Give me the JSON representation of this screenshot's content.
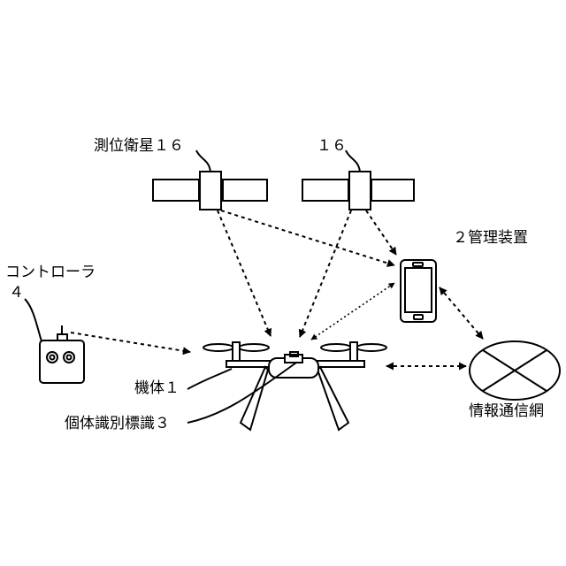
{
  "labels": {
    "satellite_left": "測位衛星１６",
    "satellite_right": "１６",
    "controller_name": "コントローラ",
    "controller_num": "４",
    "manager": "２管理装置",
    "body": "機体１",
    "ident": "個体識別標識３",
    "network": "情報通信網"
  }
}
